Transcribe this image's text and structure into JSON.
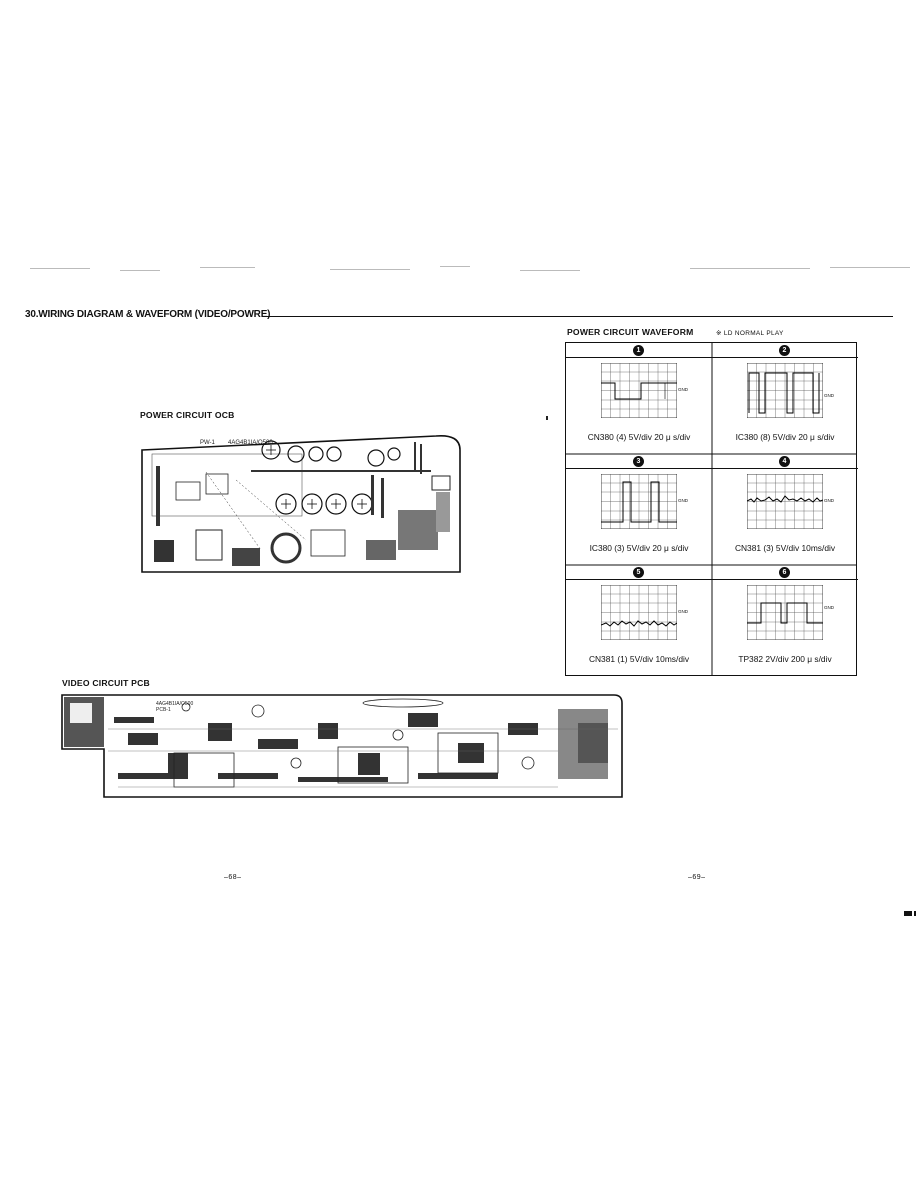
{
  "header": {
    "title": "30.WIRING DIAGRAM & WAVEFORM (VIDEO/POWRE)"
  },
  "power_pcb": {
    "label": "POWER CIRCUIT OCB",
    "board_text": {
      "id": "PW-1",
      "part": "4AG4B1IA/O500"
    }
  },
  "waveforms": {
    "title": "POWER CIRCUIT WAVEFORM",
    "note": "※ LD NORMAL PLAY",
    "items": [
      {
        "num": "1",
        "caption": "CN380 (4)  5V/div  20 μ s/div",
        "gnd": "GND"
      },
      {
        "num": "2",
        "caption": "IC380 (8)  5V/div  20 μ s/div",
        "gnd": "GND"
      },
      {
        "num": "3",
        "caption": "IC380 (3)  5V/div  20 μ s/div",
        "gnd": "GND"
      },
      {
        "num": "4",
        "caption": "CN381 (3)  5V/div  10ms/div",
        "gnd": "GND"
      },
      {
        "num": "5",
        "caption": "CN381 (1)  5V/div  10ms/div",
        "gnd": "GND"
      },
      {
        "num": "6",
        "caption": "TP382  2V/div  200 μ s/div",
        "gnd": "GND"
      }
    ]
  },
  "video_pcb": {
    "label": "VIDEO CIRCUIT PCB",
    "board_text": {
      "part": "4AG4B1IA/O500",
      "id": "PCB-1"
    }
  },
  "pages": {
    "left": "–68–",
    "right": "–69–"
  }
}
